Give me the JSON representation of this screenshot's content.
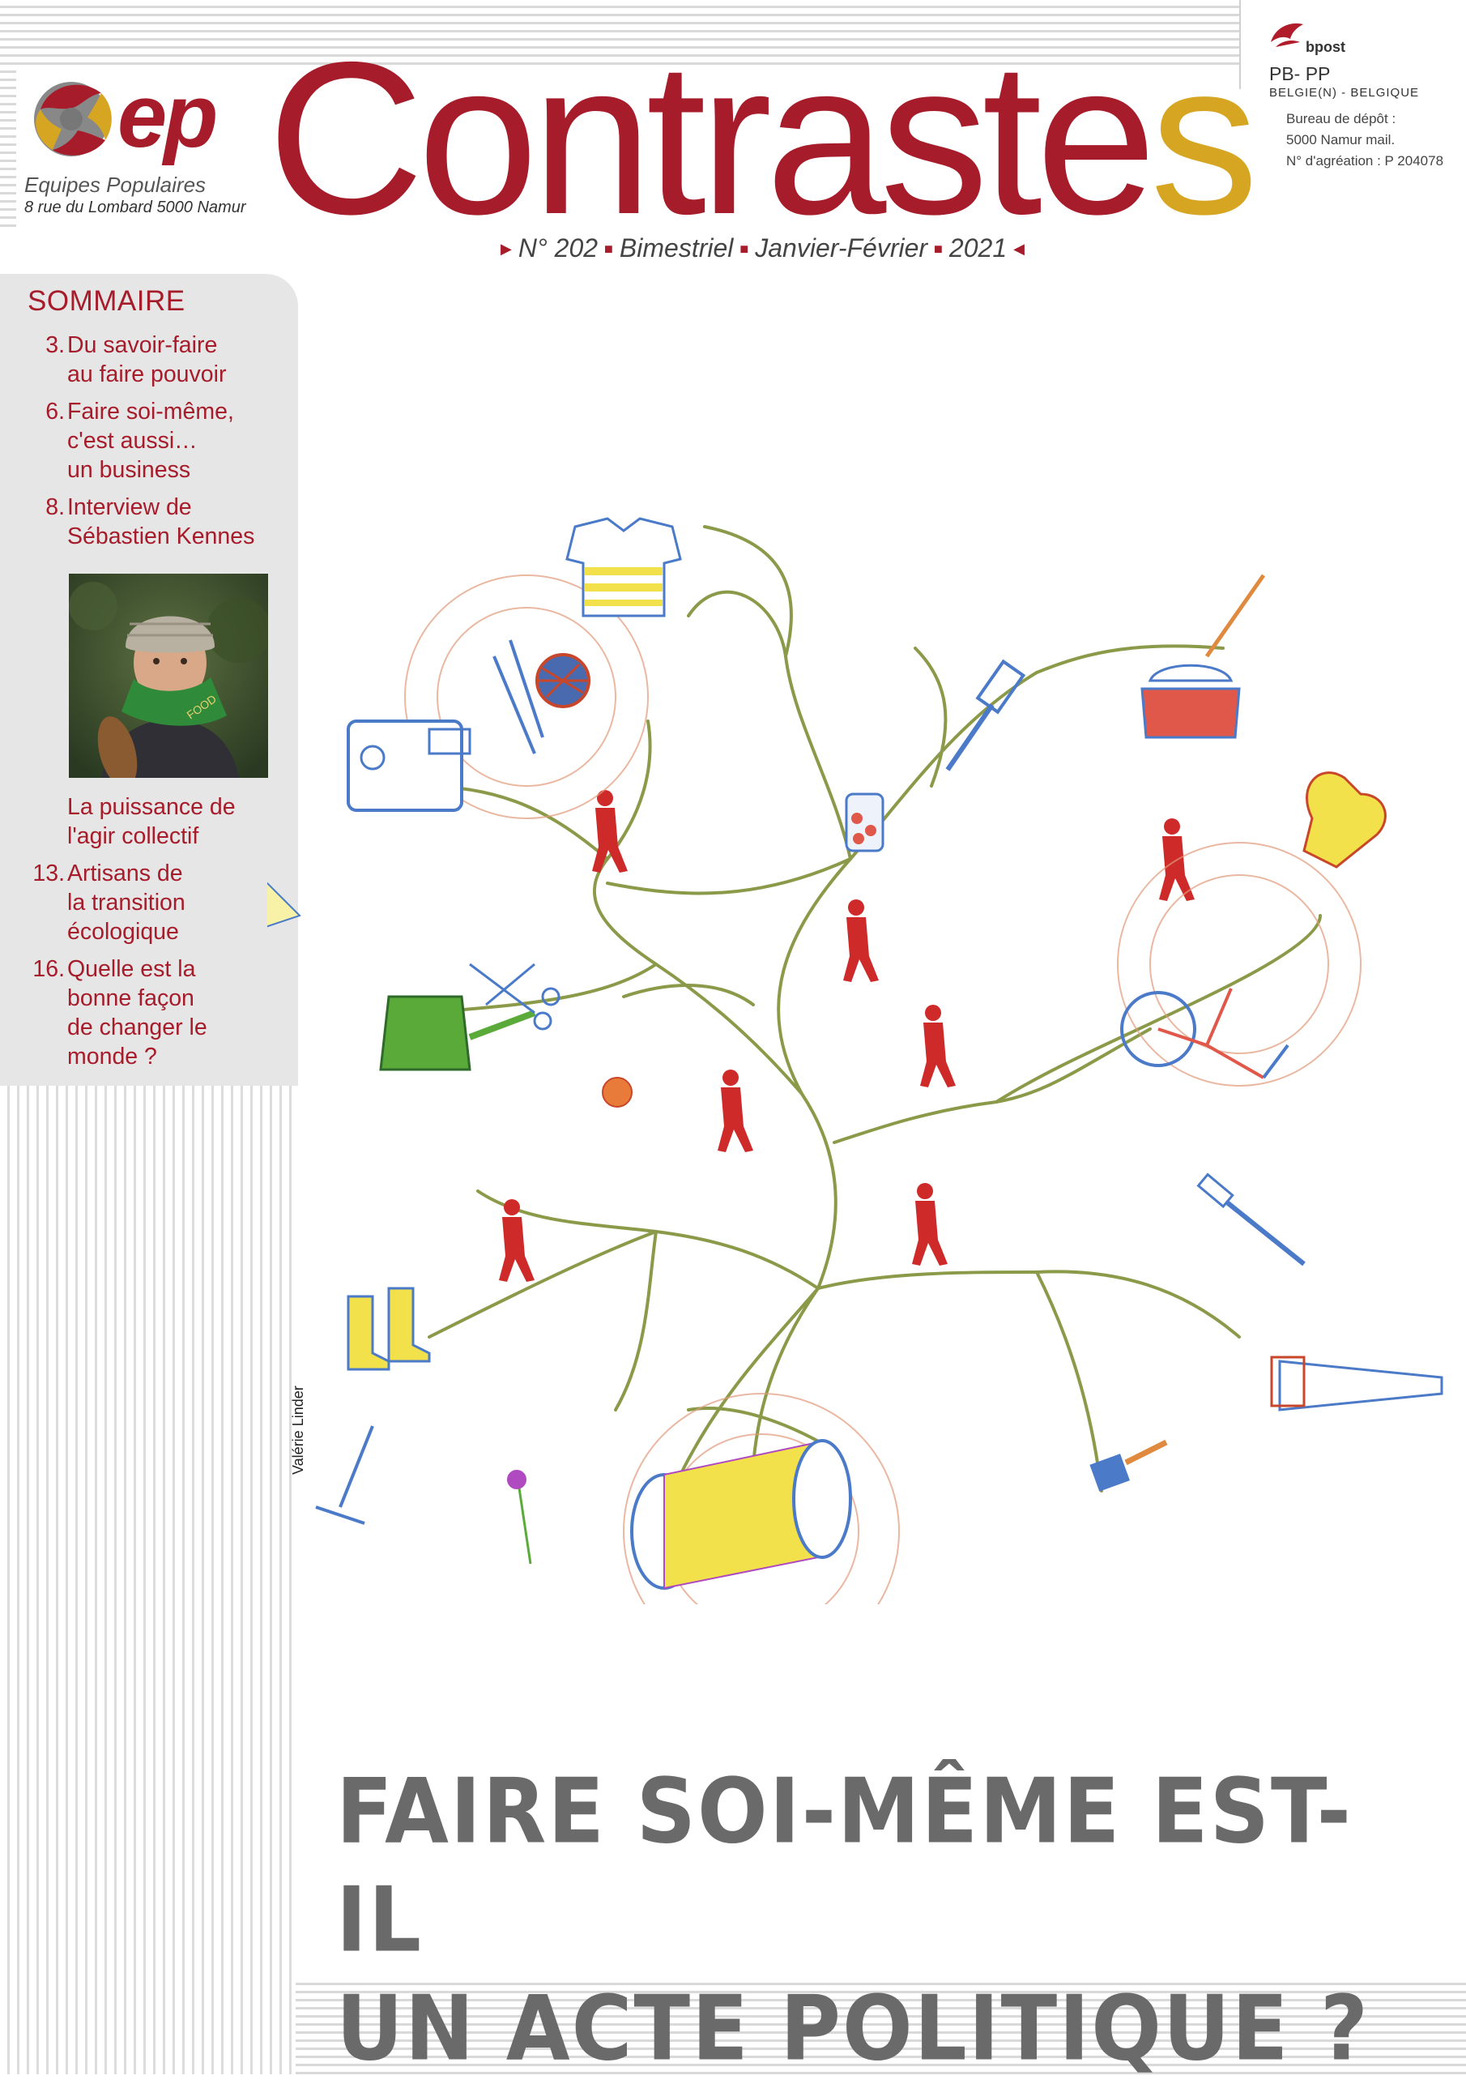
{
  "logo": {
    "initials": "ep",
    "organization": "Equipes Populaires",
    "address": "8 rue du Lombard 5000 Namur"
  },
  "masthead": {
    "title_main": "Contraste",
    "title_last": "s"
  },
  "issue": {
    "number": "N° 202",
    "frequency": "Bimestriel",
    "period": "Janvier-Février",
    "year": "2021"
  },
  "postal": {
    "carrier": "bpost",
    "code": "PB- PP",
    "country": "BELGIE(N) - BELGIQUE",
    "office_label": "Bureau de dépôt :",
    "office": "5000 Namur mail.",
    "approval": "N° d'agréation : P 204078"
  },
  "sommaire": {
    "title": "SOMMAIRE",
    "items": [
      {
        "num": "3.",
        "lines": [
          "Du savoir-faire",
          "au faire pouvoir"
        ]
      },
      {
        "num": "6.",
        "lines": [
          "Faire soi-même,",
          "c'est aussi…",
          "un business"
        ]
      },
      {
        "num": "8.",
        "lines": [
          "Interview de",
          "Sébastien Kennes"
        ]
      },
      {
        "num": "",
        "lines": [
          "La puissance de",
          "l'agir collectif"
        ]
      },
      {
        "num": "13.",
        "lines": [
          "Artisans de",
          "la transition",
          "écologique"
        ]
      },
      {
        "num": "16.",
        "lines": [
          "Quelle est la",
          "bonne façon",
          "de changer le",
          "monde ?"
        ]
      }
    ]
  },
  "photo": {
    "badge": "FOOD"
  },
  "credit": "Valérie Linder",
  "headline": {
    "line1": "FAIRE SOI-MÊME EST-IL",
    "line2": "UN ACTE POLITIQUE ?"
  },
  "colors": {
    "brand_red": "#a61c2a",
    "brand_gold": "#d6a623",
    "headline_gray": "#6a6a6a",
    "branch_green": "#8a9a48"
  },
  "icons": [
    "globe-logo-icon",
    "bpost-logo-icon"
  ]
}
